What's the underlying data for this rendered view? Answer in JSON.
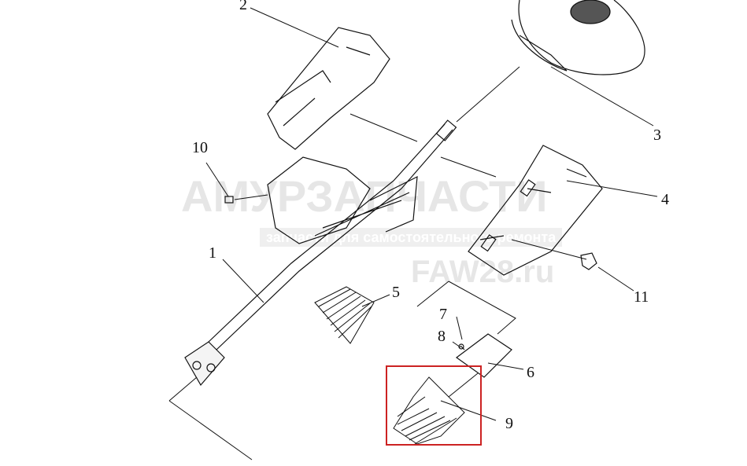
{
  "callouts": [
    "1",
    "2",
    "3",
    "4",
    "5",
    "6",
    "7",
    "8",
    "9",
    "10",
    "11"
  ],
  "watermark": {
    "brand": "АМУРЗАПЧАСТИ",
    "tagline": "запчасти для самостоятельного ремонта",
    "site": "FAW28.ru"
  },
  "highlight_color": "#cc2222",
  "highlighted_part": "9"
}
